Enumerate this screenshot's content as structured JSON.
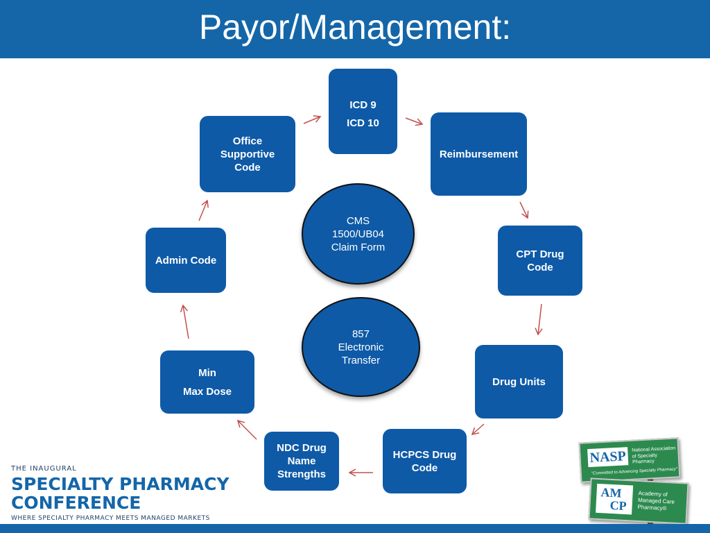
{
  "title": "Payor/Management:",
  "nodes": {
    "icd": {
      "line1": "ICD 9",
      "line2": "ICD 10"
    },
    "reimbursement": "Reimbursement",
    "cpt": {
      "line1": "CPT Drug",
      "line2": "Code"
    },
    "drug_units": "Drug Units",
    "hcpcs": {
      "line1": "HCPCS Drug",
      "line2": "Code"
    },
    "ndc": {
      "line1": "NDC Drug",
      "line2": "Name",
      "line3": "Strengths"
    },
    "min_max": {
      "line1": "Min",
      "line2": "Max Dose"
    },
    "admin": "Admin Code",
    "office": {
      "line1": "Office",
      "line2": "Supportive",
      "line3": "Code"
    }
  },
  "center": {
    "cms": {
      "line1": "CMS",
      "line2": "1500/UB04",
      "line3": "Claim Form"
    },
    "electronic": {
      "line1": "857",
      "line2": "Electronic",
      "line3": "Transfer"
    }
  },
  "conference": {
    "top": "THE INAUGURAL",
    "line1": "SPECIALTY PHARMACY",
    "line2": "CONFERENCE",
    "sub": "WHERE SPECIALTY PHARMACY MEETS MANAGED MARKETS"
  },
  "logos": {
    "nasp": {
      "name": "NASP",
      "org_line1": "National Association",
      "org_line2": "of Specialty Pharmacy",
      "tagline": "\"Committed to Advancing Specialty Pharmacy\""
    },
    "amcp": {
      "name1": "AM",
      "name2": "CP",
      "org_line1": "Academy of",
      "org_line2": "Managed Care",
      "org_line3": "Pharmacy®"
    }
  },
  "colors": {
    "header": "#1466a8",
    "box": "#0e5aa7",
    "arrow": "#c0504d"
  }
}
